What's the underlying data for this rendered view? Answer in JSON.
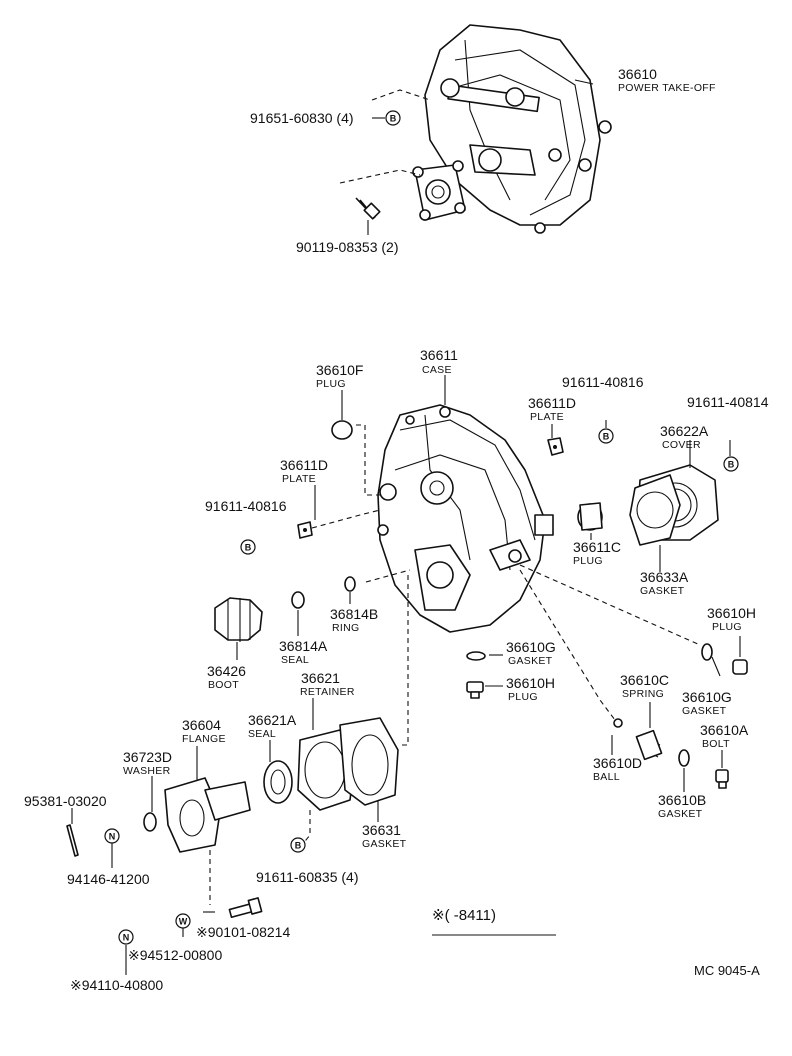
{
  "diagram": {
    "callouts": {
      "pto_assembly": {
        "number": "36610",
        "name": "POWER TAKE-OFF"
      },
      "bolt_top": {
        "number": "91651-60830 (4)",
        "badge": "B"
      },
      "bolt_top2": {
        "number": "90119-08353 (2)"
      },
      "plug_f": {
        "number": "36610F",
        "name": "PLUG"
      },
      "case": {
        "number": "36611",
        "name": "CASE"
      },
      "plate_right": {
        "number": "36611D",
        "name": "PLATE"
      },
      "bolt_right1": {
        "number": "91611-40816",
        "badge": "B"
      },
      "bolt_right2": {
        "number": "91611-40814",
        "badge": "B"
      },
      "cover": {
        "number": "36622A",
        "name": "COVER"
      },
      "plate_left": {
        "number": "36611D",
        "name": "PLATE"
      },
      "bolt_left": {
        "number": "91611-40816",
        "badge": "B"
      },
      "plug_c": {
        "number": "36611C",
        "name": "PLUG"
      },
      "gasket_a": {
        "number": "36633A",
        "name": "GASKET"
      },
      "ring": {
        "number": "36814B",
        "name": "RING"
      },
      "seal_a": {
        "number": "36814A",
        "name": "SEAL"
      },
      "boot": {
        "number": "36426",
        "name": "BOOT"
      },
      "gasket_g1": {
        "number": "36610G",
        "name": "GASKET"
      },
      "plug_h1": {
        "number": "36610H",
        "name": "PLUG"
      },
      "plug_h2": {
        "number": "36610H",
        "name": "PLUG"
      },
      "gasket_g2": {
        "number": "36610G",
        "name": "GASKET"
      },
      "retainer": {
        "number": "36621",
        "name": "RETAINER"
      },
      "spring": {
        "number": "36610C",
        "name": "SPRING"
      },
      "bolt_a": {
        "number": "36610A",
        "name": "BOLT"
      },
      "flange": {
        "number": "36604",
        "name": "FLANGE"
      },
      "seal_retainer": {
        "number": "36621A",
        "name": "SEAL"
      },
      "washer": {
        "number": "36723D",
        "name": "WASHER"
      },
      "ball": {
        "number": "36610D",
        "name": "BALL"
      },
      "gasket_b": {
        "number": "36610B",
        "name": "GASKET"
      },
      "pin": {
        "number": "95381-03020"
      },
      "nut_1": {
        "number": "94146-41200",
        "badge": "N"
      },
      "gasket_631": {
        "number": "36631",
        "name": "GASKET"
      },
      "bolt_retainer": {
        "number": "91611-60835 (4)",
        "badge": "B"
      },
      "bolt_star": {
        "number": "※90101-08214",
        "badge": "W"
      },
      "washer_star": {
        "number": "※94512-00800",
        "badge": "N"
      },
      "nut_star": {
        "number": "※94110-40800"
      }
    },
    "note": "※(      -8411)",
    "figure_code": "MC  9045-A"
  }
}
